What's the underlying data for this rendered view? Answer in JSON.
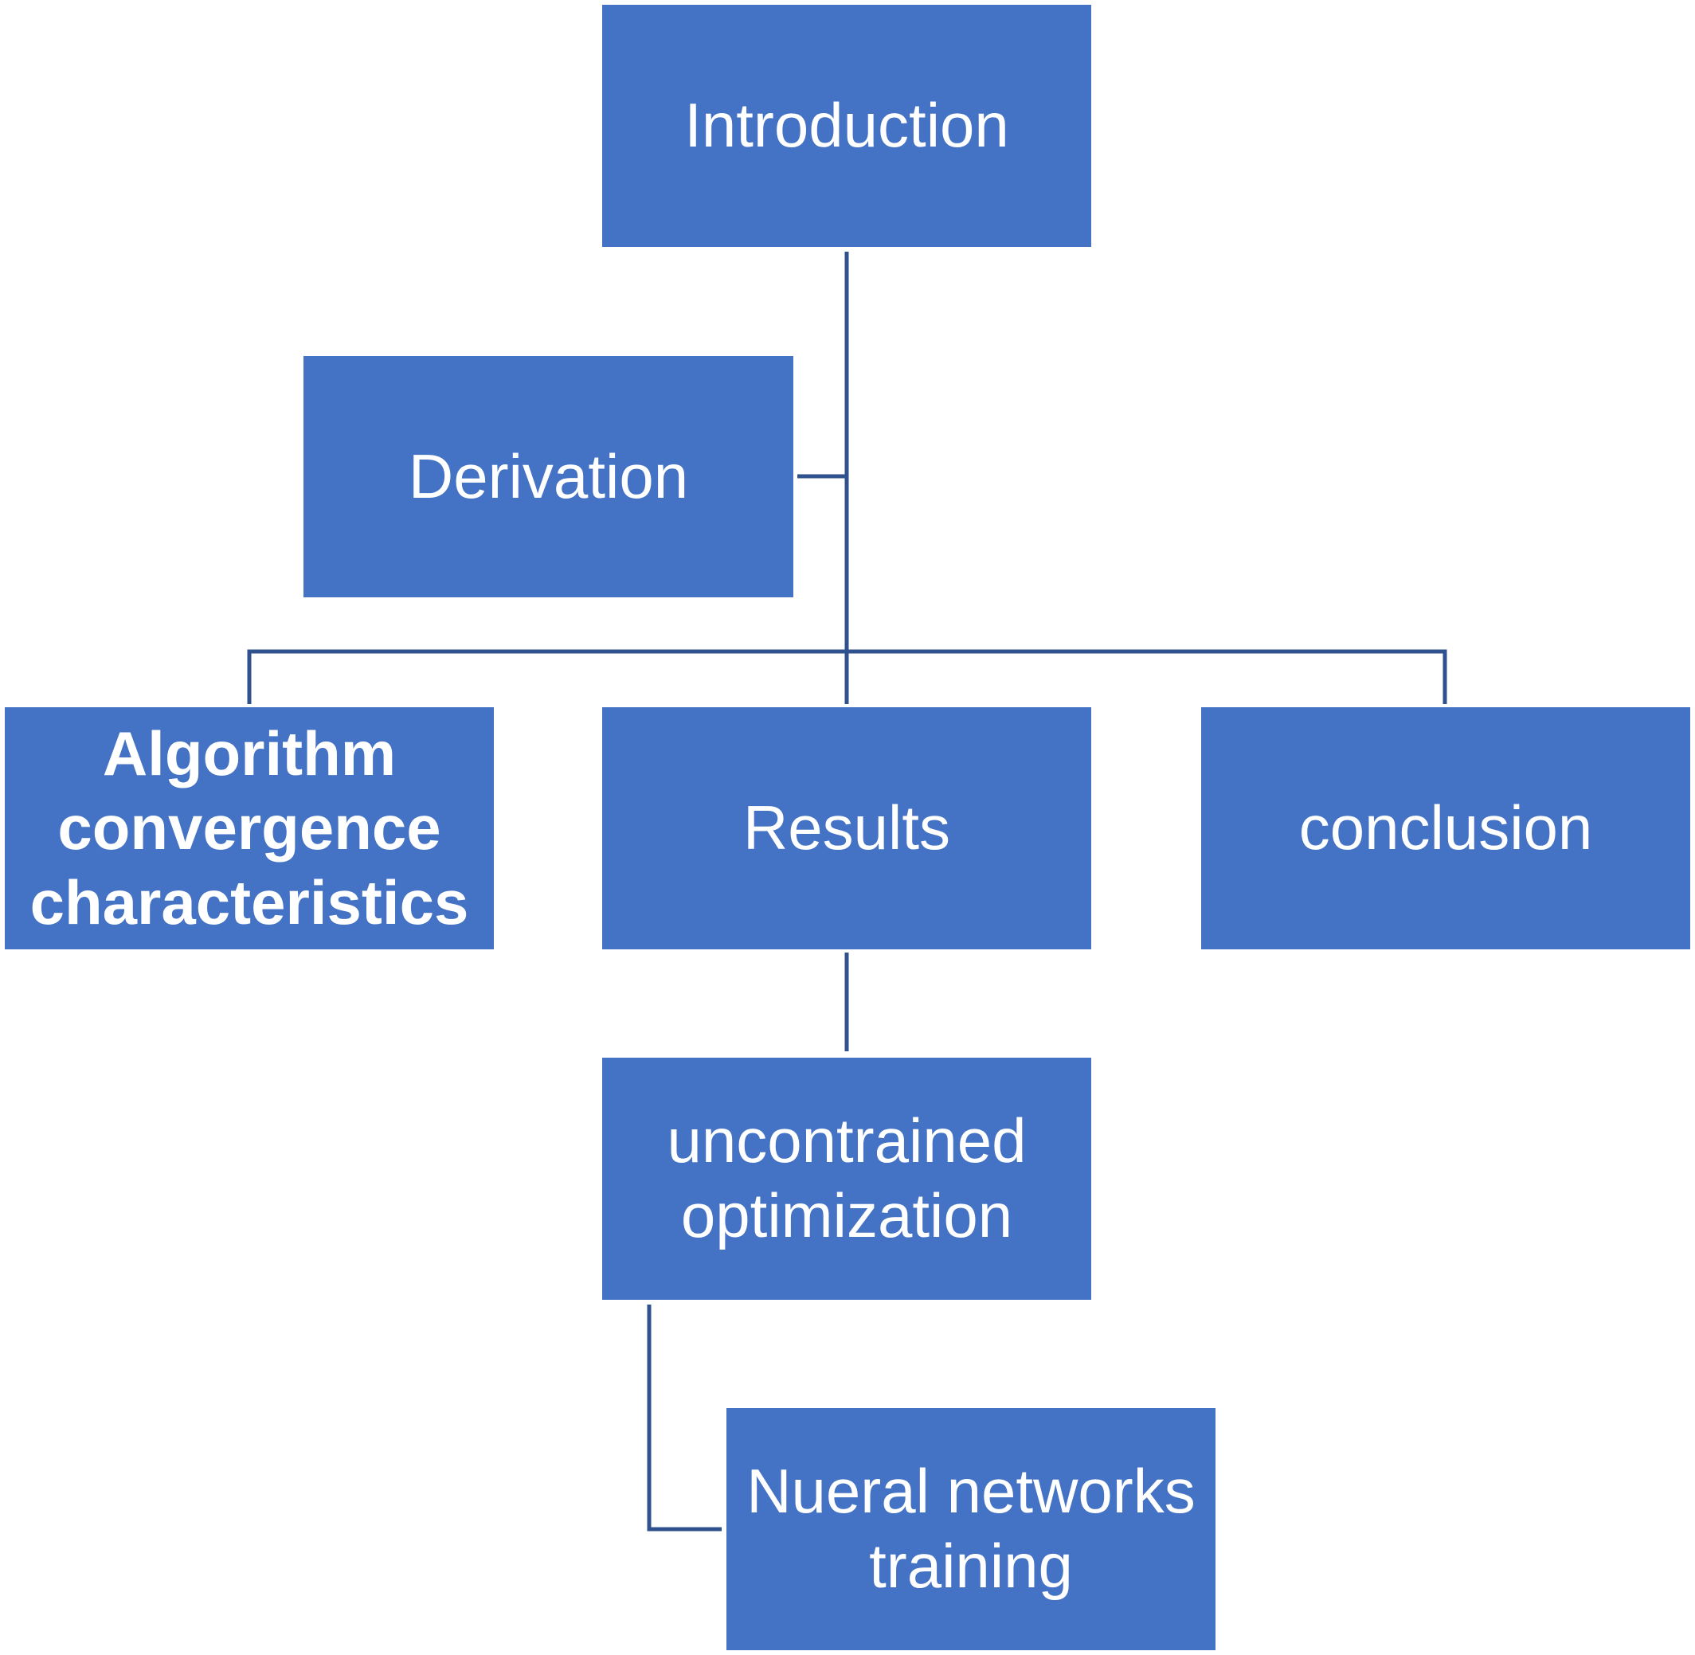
{
  "diagram": {
    "nodes": {
      "introduction": "Introduction",
      "derivation": "Derivation",
      "algorithm_convergence": "Algorithm\nconvergence\ncharacteristics",
      "results": "Results",
      "conclusion": "conclusion",
      "unconstrained_optimization": "uncontrained\noptimization",
      "neural_networks_training": "Nueral networks\ntraining"
    },
    "colors": {
      "box_fill": "#4472C4",
      "connector": "#2F528F",
      "text": "#FFFFFF"
    }
  }
}
